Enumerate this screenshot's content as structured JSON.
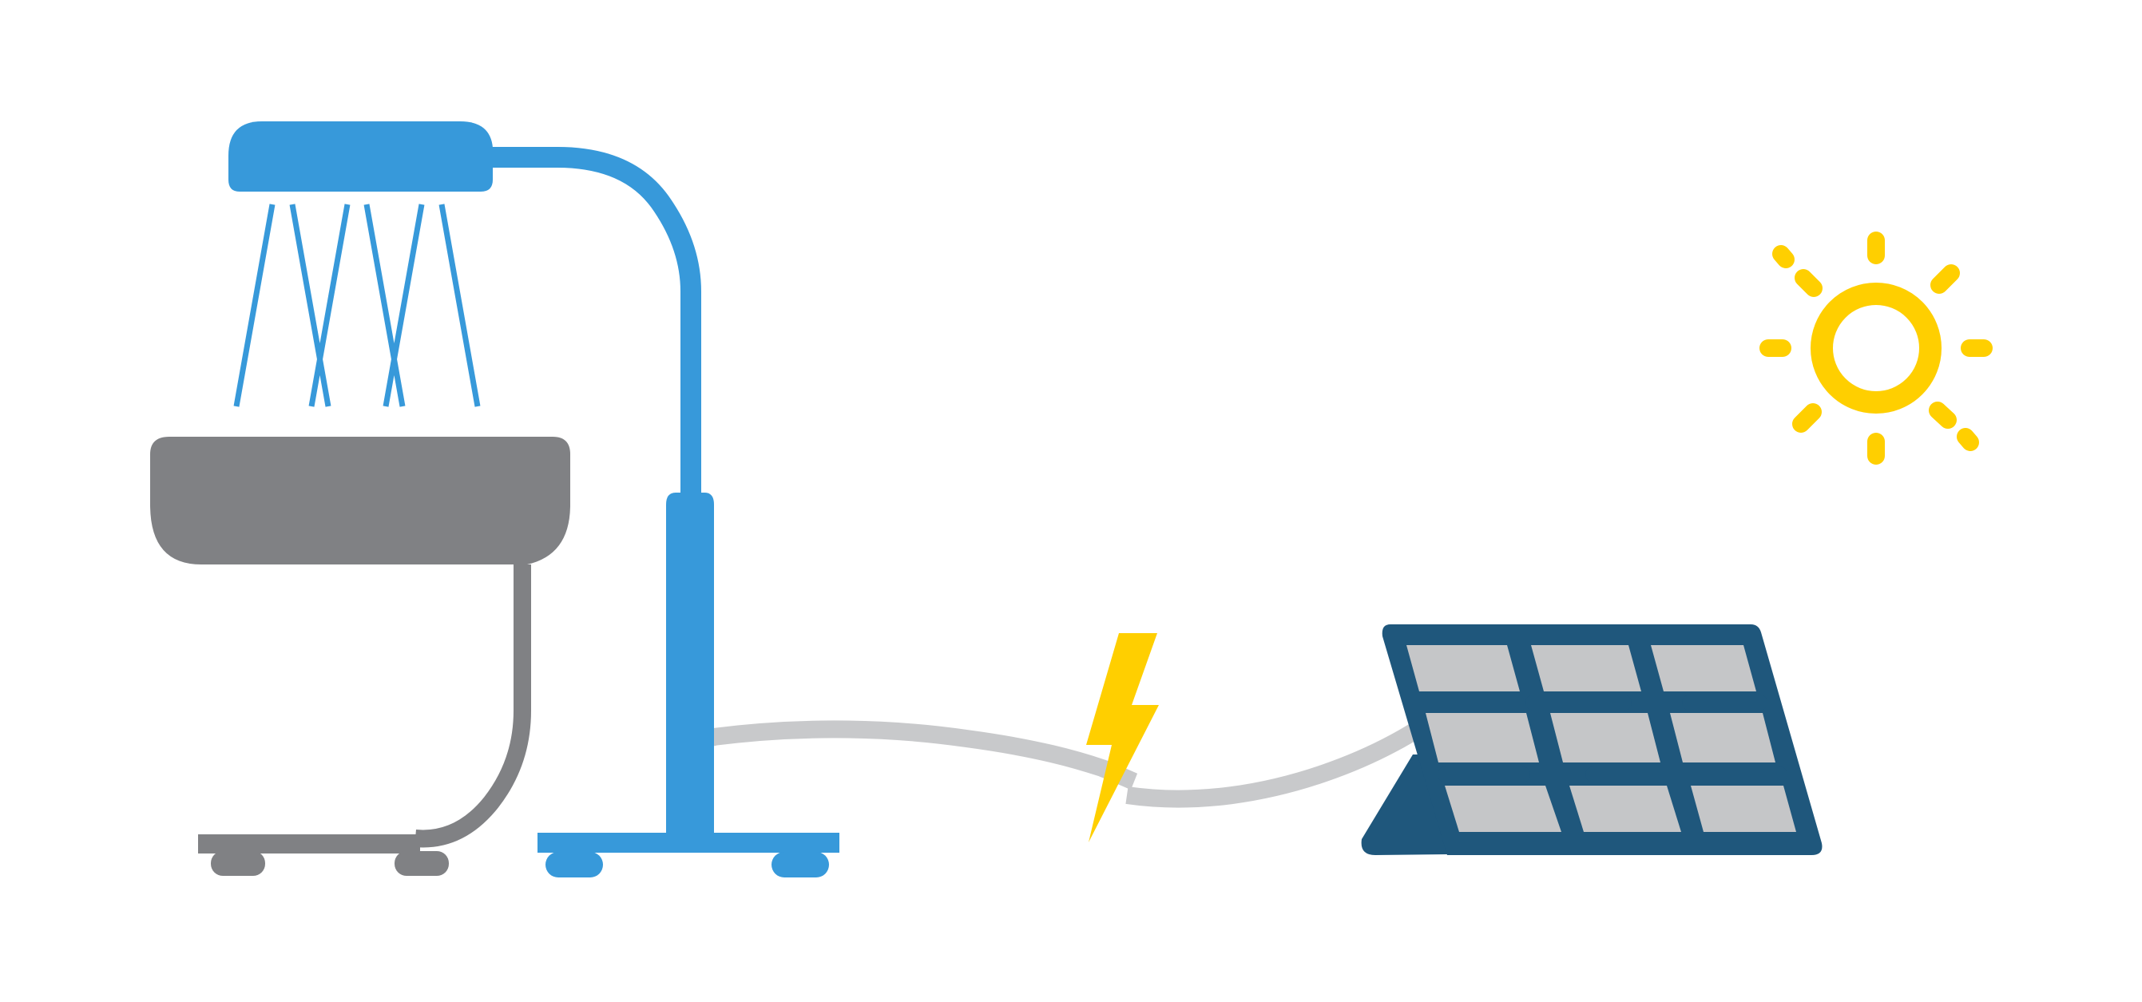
{
  "diagram": {
    "components": [
      {
        "id": "phototherapy-lamp",
        "icon": "overhead-lamp-icon"
      },
      {
        "id": "infant-bassinet",
        "icon": "bassinet-cart-icon"
      },
      {
        "id": "power-cable",
        "icon": "cable-icon"
      },
      {
        "id": "electricity-symbol",
        "icon": "lightning-bolt-icon"
      },
      {
        "id": "solar-panel",
        "icon": "solar-panel-icon"
      },
      {
        "id": "sun",
        "icon": "sun-icon"
      }
    ],
    "colors": {
      "lamp": "#3799DA",
      "bassinet": "#808184",
      "cable": "#C8C9CB",
      "bolt": "#FFCF00",
      "panel_frame": "#1F577C",
      "panel_cells": "#C5C6C8",
      "sun": "#FFCF00",
      "background": "#FFFFFF"
    }
  }
}
